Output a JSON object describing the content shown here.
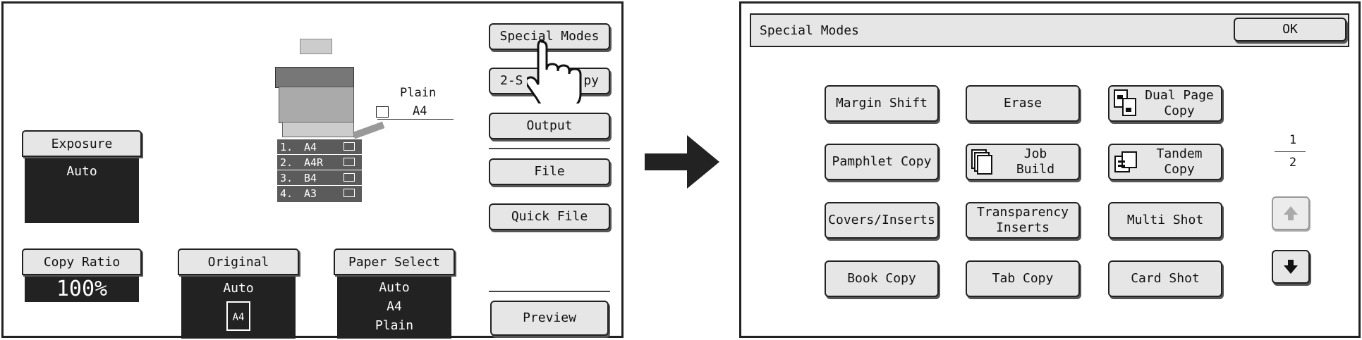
{
  "left": {
    "special_modes_label": "Special Modes",
    "two_sided_label_a": "2-S",
    "two_sided_label_b": "py",
    "output_label": "Output",
    "file_label": "File",
    "quick_file_label": "Quick File",
    "preview_label": "Preview",
    "paper_type": "Plain",
    "paper_size": "A4",
    "trays": [
      {
        "num": "1.",
        "size": "A4"
      },
      {
        "num": "2.",
        "size": "A4R"
      },
      {
        "num": "3.",
        "size": "B4"
      },
      {
        "num": "4.",
        "size": "A3"
      }
    ],
    "exposure": {
      "label": "Exposure",
      "value": "Auto"
    },
    "copy_ratio": {
      "label": "Copy Ratio",
      "value": "100%"
    },
    "original": {
      "label": "Original",
      "value": "Auto",
      "size": "A4"
    },
    "paper_select": {
      "label": "Paper Select",
      "value1": "Auto",
      "value2": "A4",
      "value3": "Plain"
    }
  },
  "right": {
    "title": "Special Modes",
    "ok_label": "OK",
    "buttons": [
      {
        "l1": "Margin Shift",
        "l2": ""
      },
      {
        "l1": "Erase",
        "l2": ""
      },
      {
        "l1": "Dual Page",
        "l2": "Copy"
      },
      {
        "l1": "Pamphlet Copy",
        "l2": ""
      },
      {
        "l1": "Job",
        "l2": "Build"
      },
      {
        "l1": "Tandem",
        "l2": "Copy"
      },
      {
        "l1": "Covers/Inserts",
        "l2": ""
      },
      {
        "l1": "Transparency",
        "l2": "Inserts"
      },
      {
        "l1": "Multi Shot",
        "l2": ""
      },
      {
        "l1": "Book Copy",
        "l2": ""
      },
      {
        "l1": "Tab Copy",
        "l2": ""
      },
      {
        "l1": "Card Shot",
        "l2": ""
      }
    ],
    "page_current": "1",
    "page_total": "2"
  },
  "colors": {
    "dark_box": "#222222",
    "button_face": "#e6e6e6",
    "watermark": "#cfeaf5"
  }
}
